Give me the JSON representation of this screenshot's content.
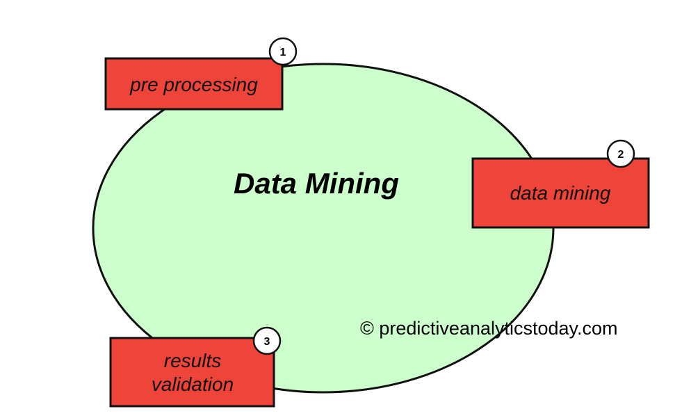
{
  "diagram": {
    "title": "Data Mining",
    "colors": {
      "ellipse_fill": "#ccffcc",
      "box_fill": "#ee4439",
      "outline": "#111111",
      "badge_fill": "#ffffff"
    },
    "steps": [
      {
        "number": "1",
        "label_lines": [
          "pre processing"
        ]
      },
      {
        "number": "2",
        "label_lines": [
          "data mining"
        ]
      },
      {
        "number": "3",
        "label_lines": [
          "results",
          "validation"
        ]
      }
    ],
    "copyright": "© predictiveanalyticstoday.com"
  }
}
